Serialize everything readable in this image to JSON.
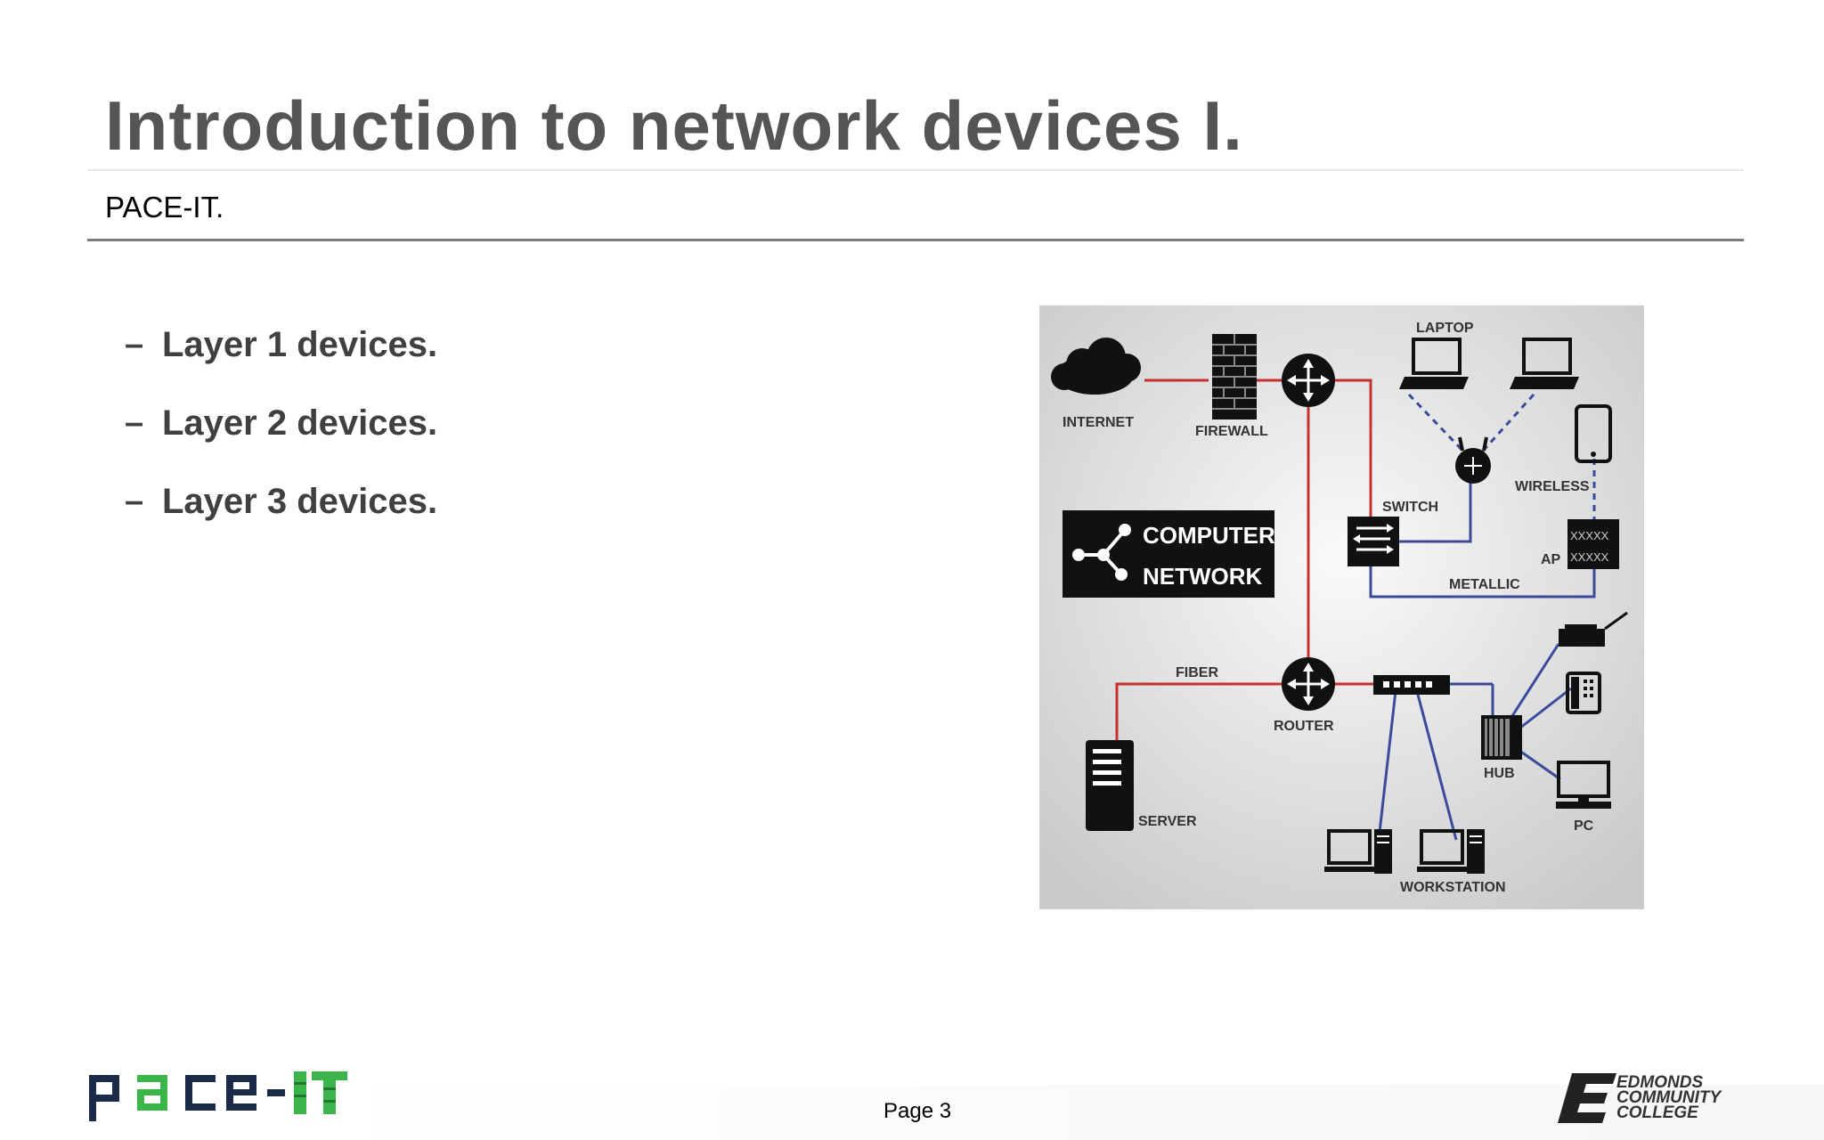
{
  "slide": {
    "title": "Introduction to network devices I.",
    "subtitle": "PACE-IT.",
    "bullets": [
      {
        "dash": "–",
        "text": "Layer 1 devices."
      },
      {
        "dash": "–",
        "text": "Layer 2 devices."
      },
      {
        "dash": "–",
        "text": "Layer 3 devices."
      }
    ],
    "page_label": "Page 3"
  },
  "diagram": {
    "labels": {
      "internet": "INTERNET",
      "firewall": "FIREWALL",
      "laptop": "LAPTOP",
      "wireless": "WIRELESS",
      "switch": "SWITCH",
      "ap": "AP",
      "metallic": "METALLIC",
      "computer": "COMPUTER",
      "network": "NETWORK",
      "fiber": "FIBER",
      "router": "ROUTER",
      "hub": "HUB",
      "server": "SERVER",
      "pc": "PC",
      "workstation": "WORKSTATION",
      "ap_glyph": "XXXXX"
    }
  },
  "footer": {
    "pace_logo": "pace-IT",
    "college_line1": "EDMONDS",
    "college_line2": "COMMUNITY",
    "college_line3": "COLLEGE"
  },
  "colors": {
    "title": "#555555",
    "bullet_text": "#404040",
    "fiber_line": "#c8302f",
    "metallic_line": "#3c4a9a",
    "logo_green": "#39b54a"
  }
}
